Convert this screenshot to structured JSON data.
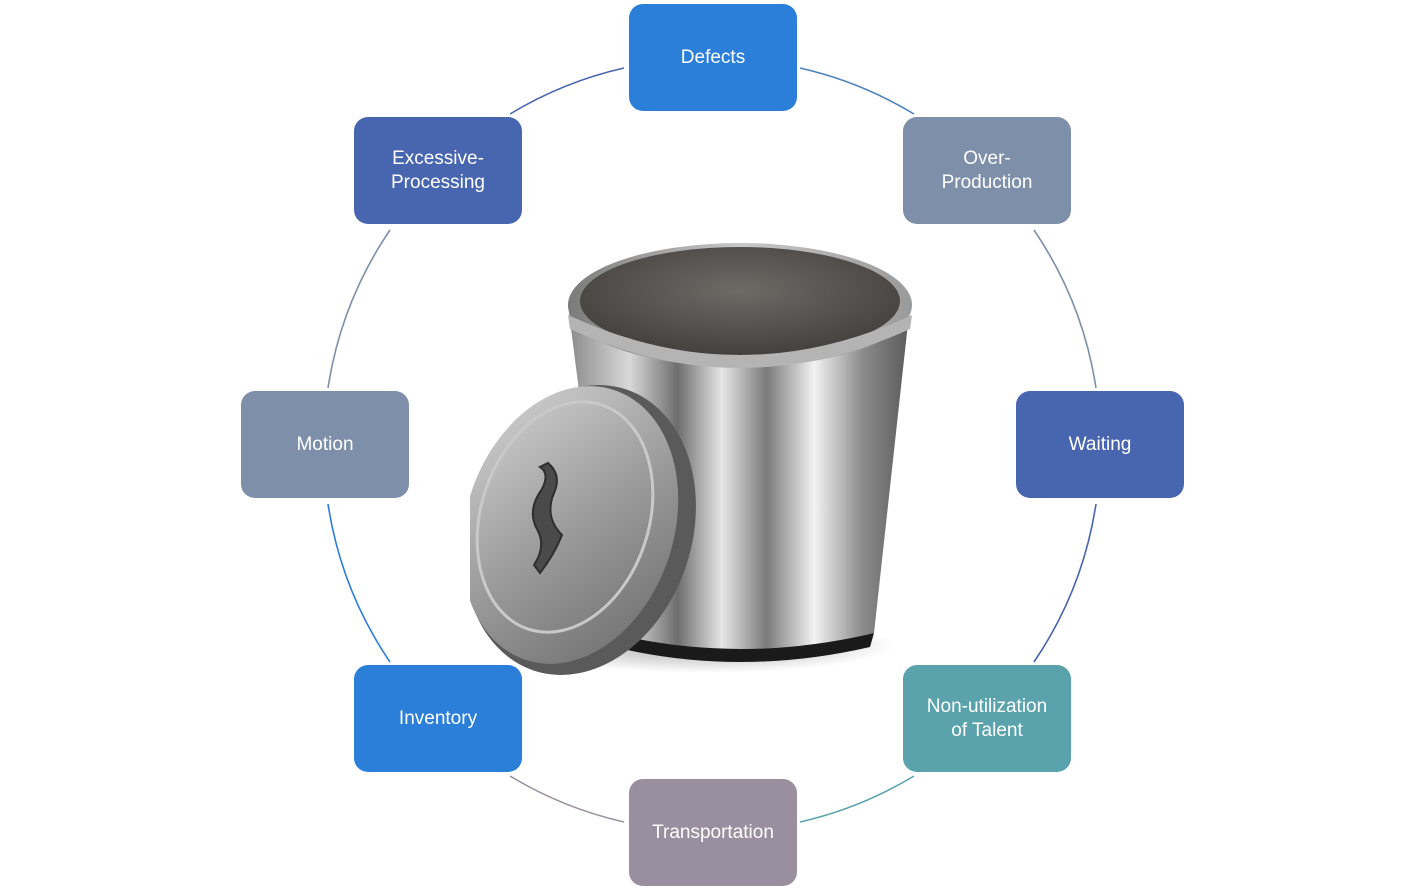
{
  "diagram": {
    "center_icon": "trash-can-icon",
    "nodes": [
      {
        "id": "defects",
        "label": "Defects",
        "color": "#2B7FD8"
      },
      {
        "id": "over-production",
        "label": "Over-\nProduction",
        "color": "#7E8FAA"
      },
      {
        "id": "waiting",
        "label": "Waiting",
        "color": "#4865B0"
      },
      {
        "id": "non-utilization",
        "label": "Non-utilization\nof Talent",
        "color": "#5BA3AC"
      },
      {
        "id": "transportation",
        "label": "Transportation",
        "color": "#9A8F9E"
      },
      {
        "id": "inventory",
        "label": "Inventory",
        "color": "#2B7FD8"
      },
      {
        "id": "motion",
        "label": "Motion",
        "color": "#7E8FAA"
      },
      {
        "id": "excessive-processing",
        "label": "Excessive-\nProcessing",
        "color": "#4865B0"
      }
    ]
  }
}
